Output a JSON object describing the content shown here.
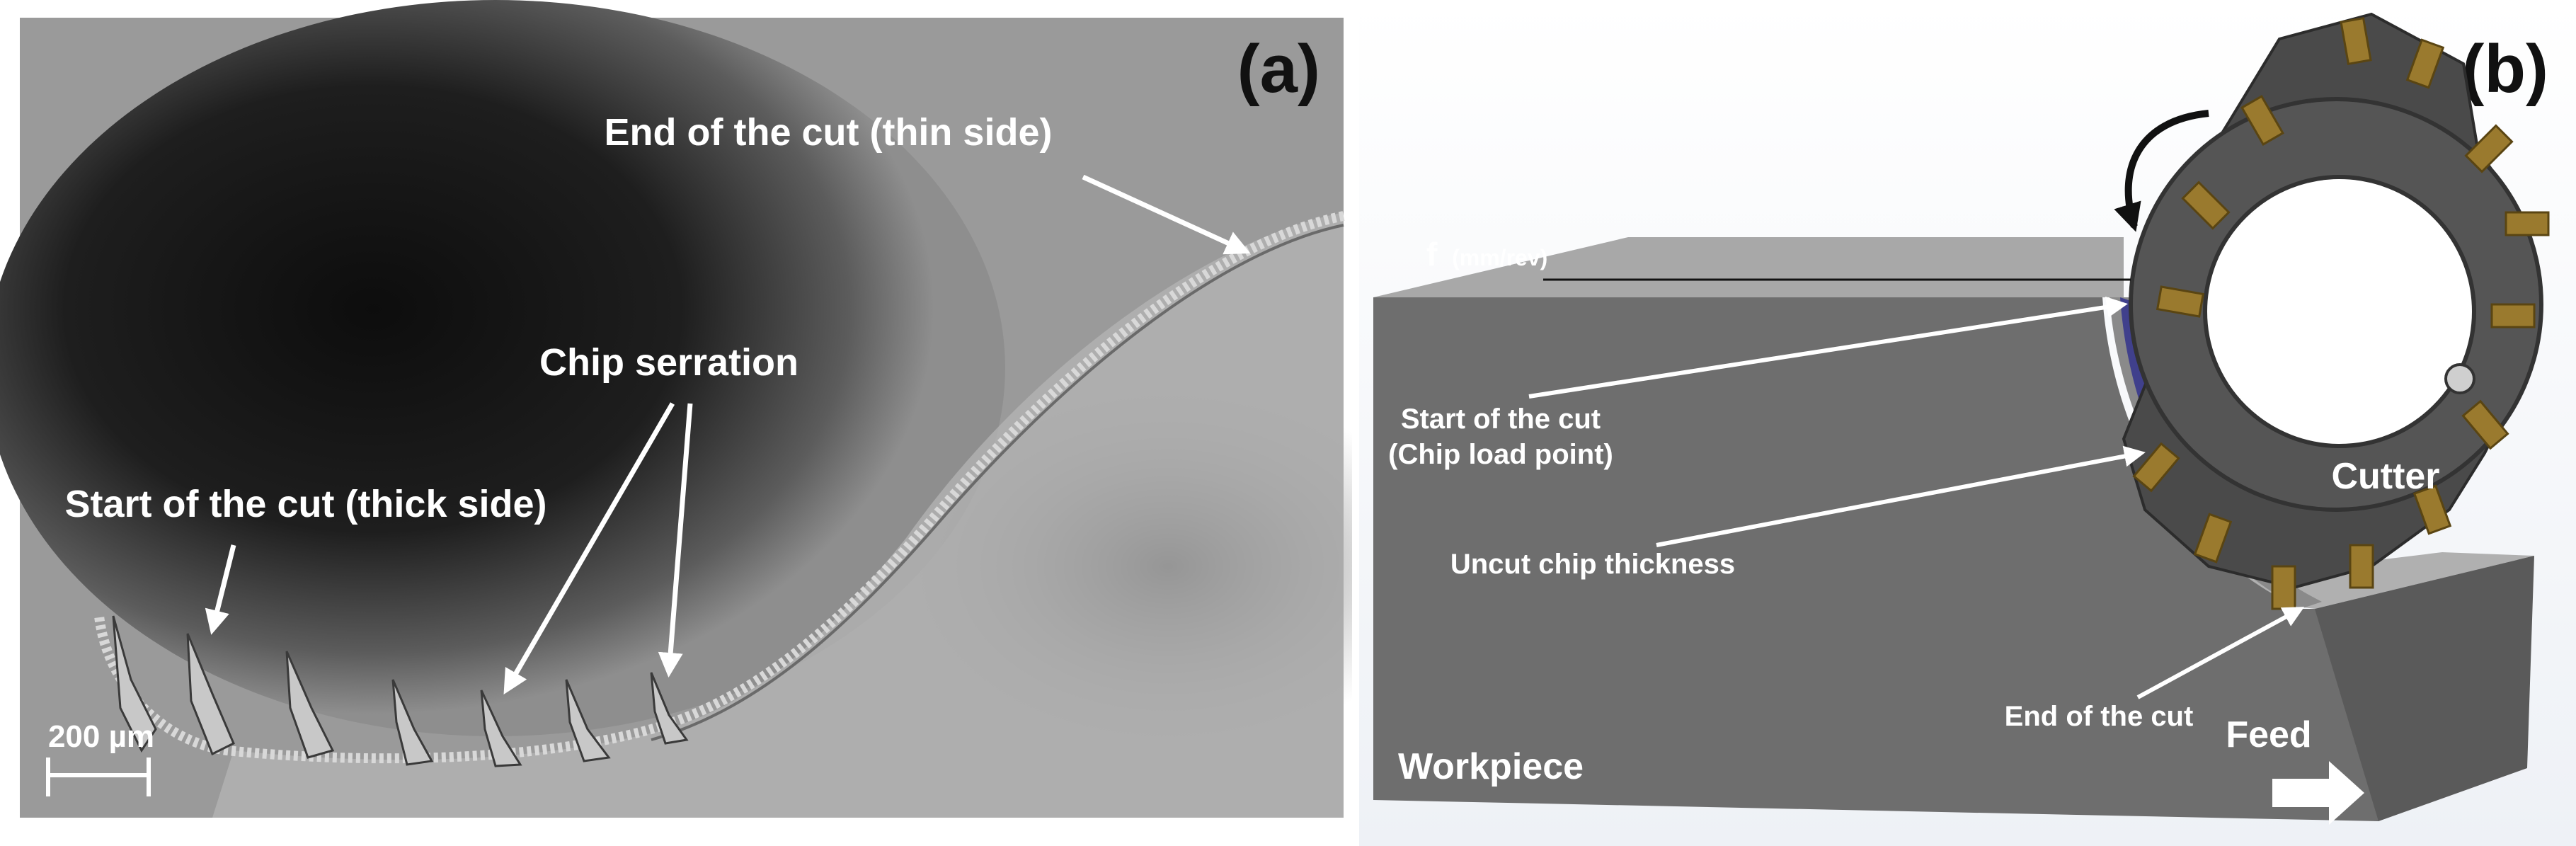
{
  "panel_a": {
    "letter": "(a)",
    "label_end": "End of the cut (thin side)",
    "label_serration": "Chip serration",
    "label_start": "Start of the cut (thick side)",
    "scale_bar": "200 µm"
  },
  "panel_b": {
    "letter": "(b)",
    "feed_rate_symbol": "f",
    "feed_rate_unit": "(mm/rev)",
    "label_start_line1": "Start of the cut",
    "label_start_line2": "(Chip load point)",
    "label_uncut": "Uncut chip thickness",
    "label_end": "End of the cut",
    "label_cutter": "Cutter",
    "label_workpiece": "Workpiece",
    "label_feed": "Feed"
  },
  "colors": {
    "arrow": "#ffffff",
    "body_dark": "#4a4a4a",
    "insert": "#9a7a2e",
    "chip": "#3c3c8c"
  }
}
